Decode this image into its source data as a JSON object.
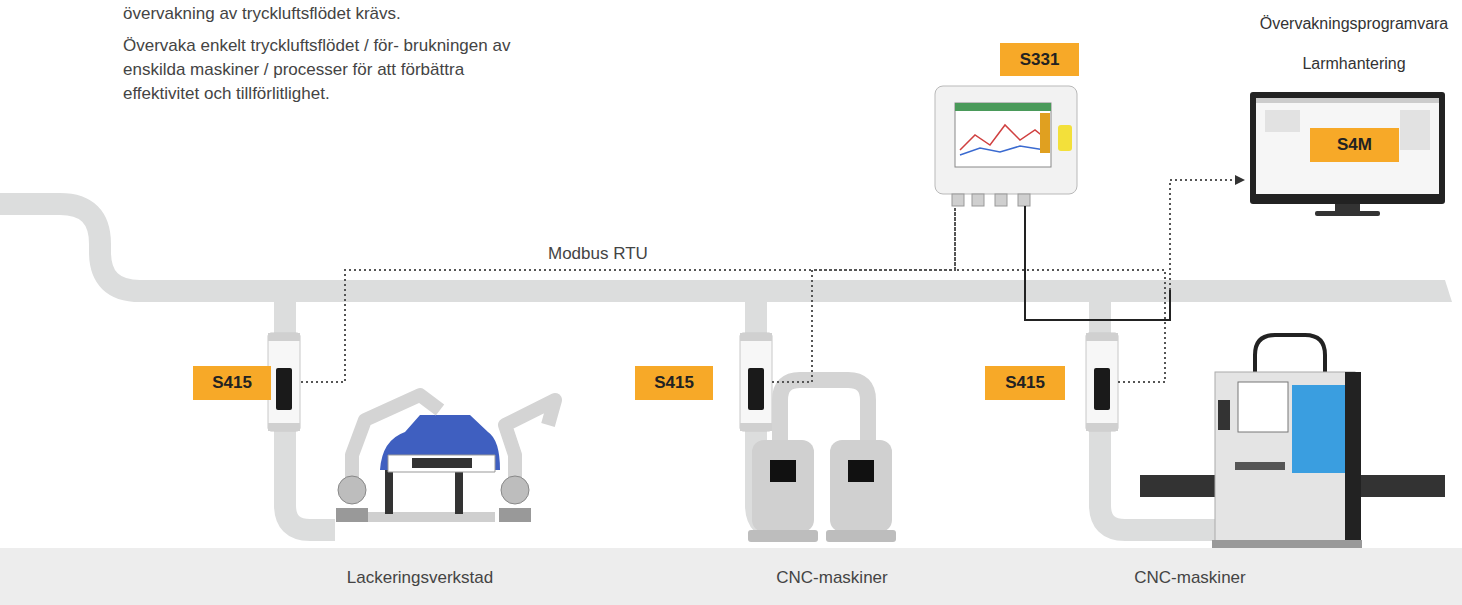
{
  "diagram": {
    "nodes": [
      {
        "text": [
          "S331"
        ]
      },
      {
        "text": [
          "Övervakningsprogramvara Larmhantering",
          "S4M"
        ]
      },
      {
        "text": [
          "S415"
        ]
      },
      {
        "text": [
          "S415"
        ]
      },
      {
        "text": [
          "S415"
        ]
      }
    ],
    "edges": [
      {
        "from": 0,
        "to": 1,
        "arrow": "to"
      },
      {
        "from": 2,
        "to": 0,
        "arrow": "none",
        "label": "Modbus RTU"
      },
      {
        "from": 3,
        "to": 0,
        "arrow": "none"
      },
      {
        "from": 4,
        "to": 0,
        "arrow": "none"
      }
    ],
    "labels": [
      "övervakning av tryckluftsflödet krävs.",
      "Övervaka enkelt tryckluftsflödet / för- brukningen av enskilda maskiner / processer för att förbättra effektivitet och tillförlitlighet.",
      "Lackeringsverkstad",
      "CNC-maskiner",
      "CNC-maskiner"
    ]
  }
}
